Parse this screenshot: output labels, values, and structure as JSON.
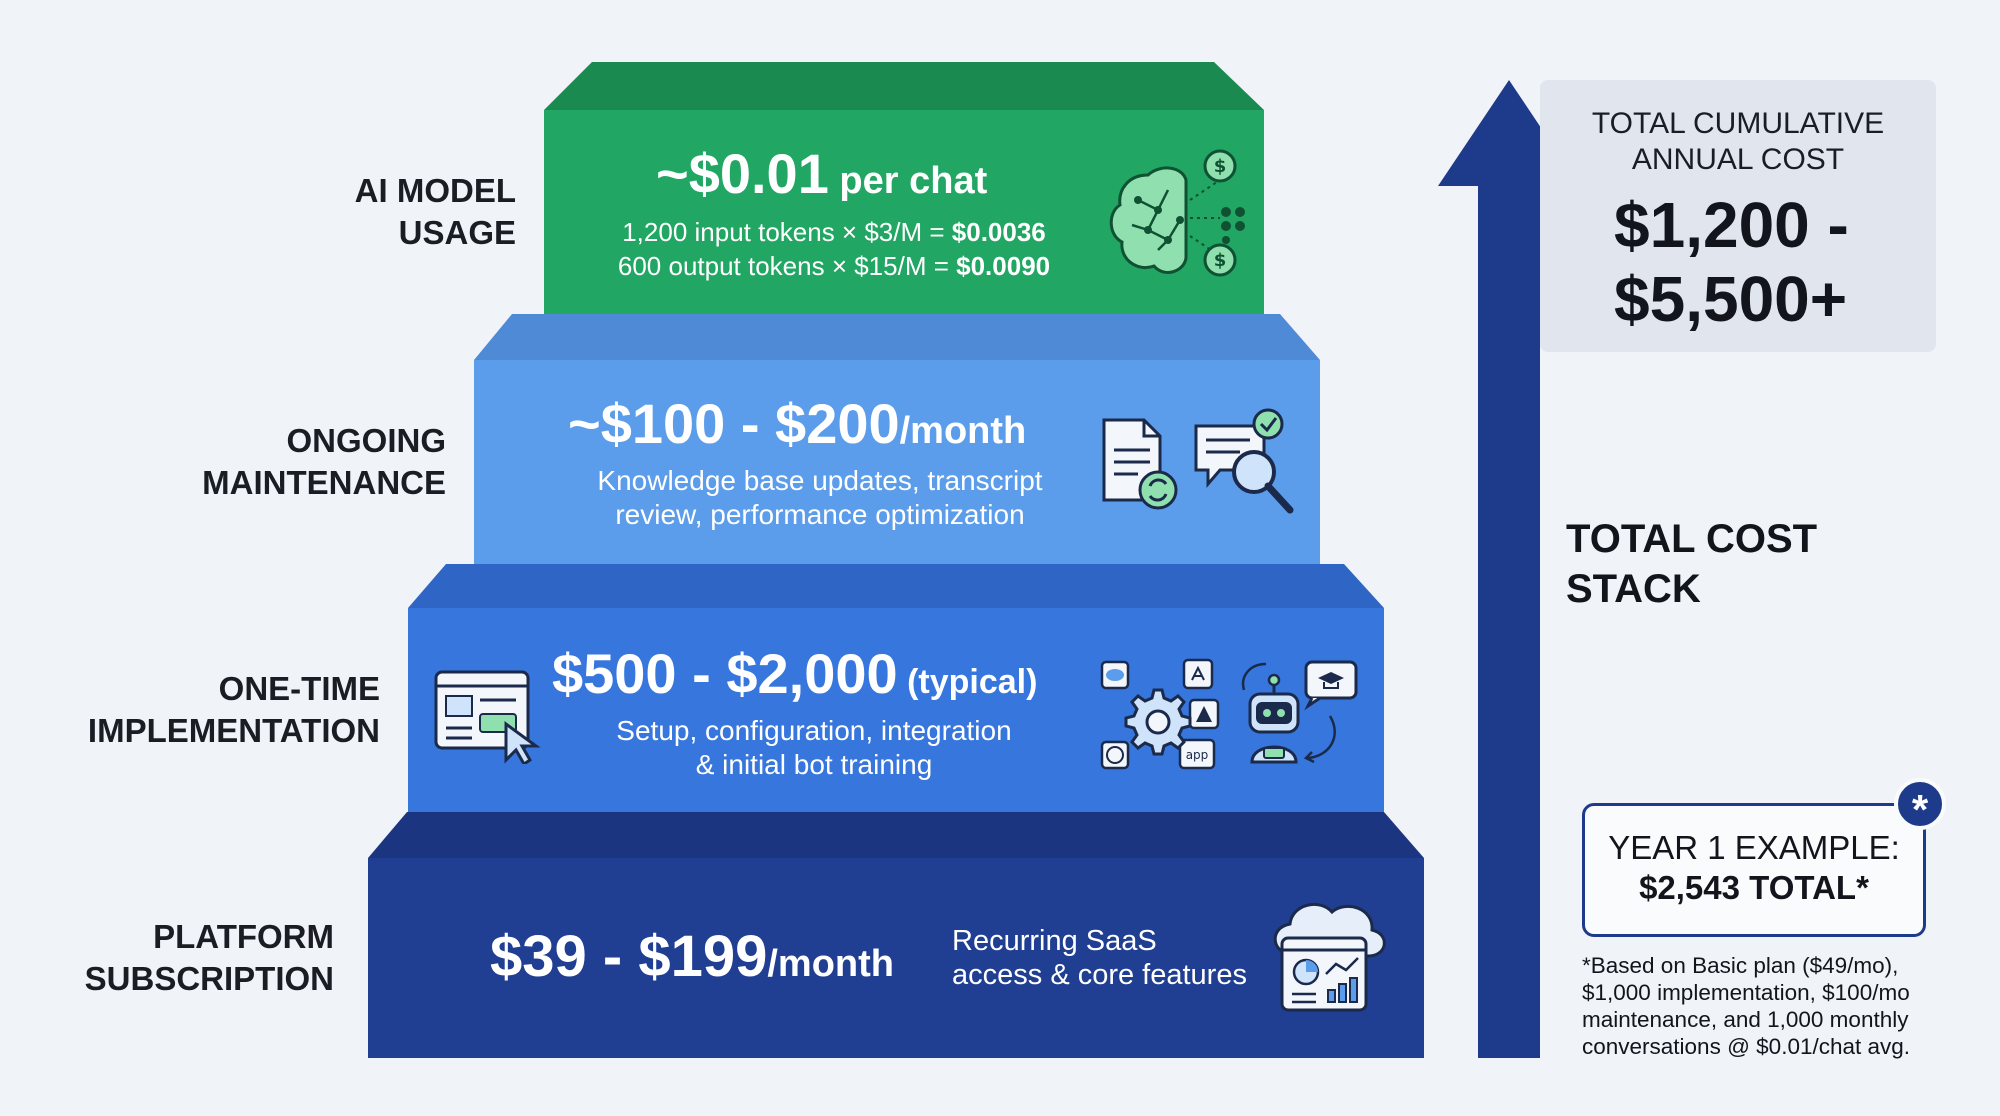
{
  "tiers": [
    {
      "label_line1": "AI MODEL",
      "label_line2": "USAGE",
      "price_main": "~$0.01",
      "price_unit": " per chat",
      "detail_line1_text": "1,200 input tokens × $3/M = ",
      "detail_line1_value": "$0.0036",
      "detail_line2_text": "600 output tokens × $15/M = ",
      "detail_line2_value": "$0.0090",
      "color_face": "#22a663",
      "color_top": "#1a8a50",
      "icons": [
        "brain-icon",
        "dollar-coin-icon",
        "network-nodes-icon"
      ]
    },
    {
      "label_line1": "ONGOING",
      "label_line2": "MAINTENANCE",
      "price_main": "~$100 - $200",
      "price_unit": "/month",
      "detail_line1": "Knowledge base updates, transcript",
      "detail_line2": "review, performance optimization",
      "color_face": "#5b9ceb",
      "color_top": "#4f8ad6",
      "icons": [
        "document-refresh-icon",
        "review-magnifier-check-icon"
      ]
    },
    {
      "label_line1": "ONE-TIME",
      "label_line2": "IMPLEMENTATION",
      "price_main": "$500 - $2,000",
      "price_unit": " (typical)",
      "detail_line1": "Setup, configuration, integration",
      "detail_line2": "& initial bot training",
      "app_tag": "app",
      "color_face": "#3676dd",
      "color_top": "#2f66c6",
      "icons": [
        "browser-cursor-icon",
        "integration-gear-icon",
        "robot-training-icon"
      ]
    },
    {
      "label_line1": "PLATFORM",
      "label_line2": "SUBSCRIPTION",
      "price_main": "$39 - $199",
      "price_unit": "/month",
      "detail_line1": "Recurring SaaS",
      "detail_line2": "access & core features",
      "color_face": "#203f92",
      "color_top": "#1b3580",
      "icons": [
        "cloud-dashboard-icon"
      ]
    }
  ],
  "arrow_label_line1": "TOTAL COST",
  "arrow_label_line2": "STACK",
  "arrow_color": "#1e3a8a",
  "total_box": {
    "title_line1": "TOTAL CUMULATIVE",
    "title_line2": "ANNUAL COST",
    "value_line1": "$1,200 -",
    "value_line2": "$5,500+"
  },
  "example_box": {
    "line1": "YEAR 1 EXAMPLE:",
    "line2": "$2,543 TOTAL*",
    "badge": "*"
  },
  "footnote": {
    "line1": "*Based on Basic plan ($49/mo),",
    "line2": "$1,000 implementation, $100/mo",
    "line3": "maintenance, and 1,000 monthly",
    "line4": "conversations @ $0.01/chat avg."
  }
}
